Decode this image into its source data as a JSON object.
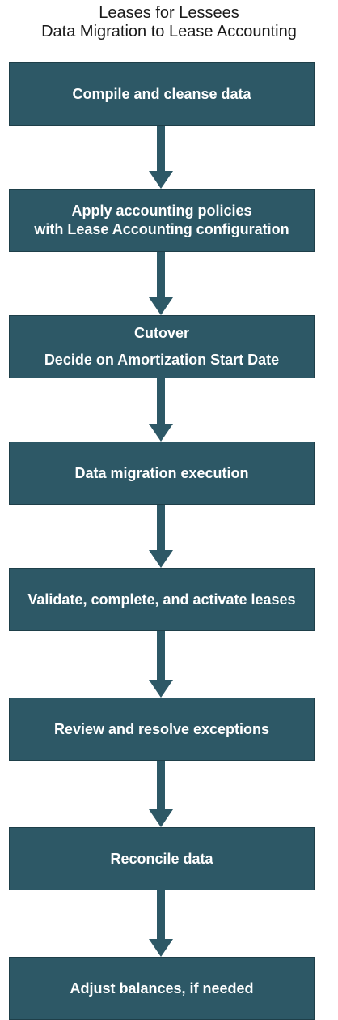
{
  "title": {
    "line1": "Leases for Lessees",
    "line2": "Data Migration to Lease Accounting"
  },
  "steps": [
    {
      "lines": [
        "Compile and cleanse data"
      ]
    },
    {
      "lines": [
        "Apply accounting policies",
        "with Lease Accounting configuration"
      ]
    },
    {
      "lines": [
        "Cutover",
        "Decide on Amortization Start Date"
      ]
    },
    {
      "lines": [
        "Data migration execution"
      ]
    },
    {
      "lines": [
        "Validate, complete, and activate leases"
      ]
    },
    {
      "lines": [
        "Review and resolve exceptions"
      ]
    },
    {
      "lines": [
        "Reconcile data"
      ]
    },
    {
      "lines": [
        "Adjust balances, if needed"
      ]
    }
  ],
  "colors": {
    "box_fill": "#2d5866",
    "box_text": "#ffffff",
    "arrow": "#2d5866",
    "title_text": "#1a1a1a"
  }
}
